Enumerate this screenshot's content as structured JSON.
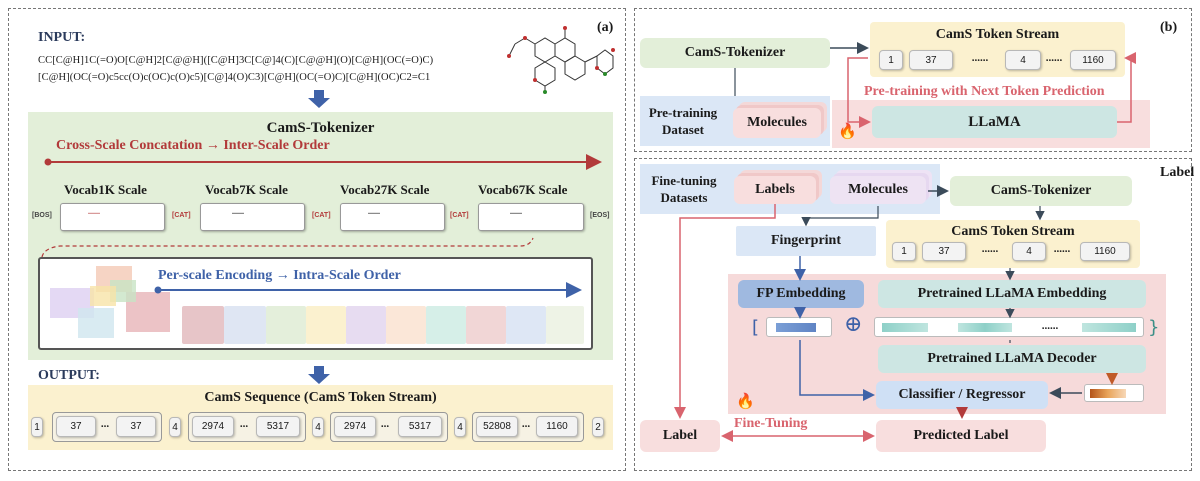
{
  "panel_a": {
    "label": "(a)",
    "input_title": "INPUT:",
    "smiles_line1": "CC[C@H]1C(=O)O[C@H]2[C@@H]([C@H]3C[C@]4(C)[C@@H](O)[C@H](OC(=O)C)",
    "smiles_line2": "[C@H](OC(=O)c5cc(O)c(OC)c(O)c5)[C@]4(O)C3)[C@H](OC(=O)C)[C@H](OC)C2=C1",
    "tokenizer_title": "CamS-Tokenizer",
    "cross_scale": "Cross-Scale Concatation → Inter-Scale Order",
    "scales": [
      "Vocab1K Scale",
      "Vocab7K Scale",
      "Vocab27K Scale",
      "Vocab67K Scale"
    ],
    "bos": "[BOS]",
    "cat": "[CAT]",
    "eos": "[EOS]",
    "dots": "......",
    "per_scale": "Per-scale Encoding → Intra-Scale Order",
    "output_title": "OUTPUT:",
    "sequence_title": "CamS Sequence (CamS Token Stream)",
    "sequence_tokens": [
      "1",
      "37",
      "...",
      "37",
      "4",
      "2974",
      "...",
      "5317",
      "4",
      "2974",
      "...",
      "5317",
      "4",
      "52808",
      "...",
      "1160",
      "2"
    ]
  },
  "panel_b": {
    "label": "(b)",
    "tokenizer": "CamS-Tokenizer",
    "token_stream_title": "CamS Token Stream",
    "tokens": [
      "1",
      "37",
      "......",
      "4",
      "......",
      "1160"
    ],
    "pretraining_dataset": "Pre-training Dataset",
    "molecules": "Molecules",
    "pretraining_caption": "Pre-training with Next Token Prediction",
    "llama": "LLaMA"
  },
  "panel_c": {
    "label": "Label",
    "finetuning_datasets": "Fine-tuning Datasets",
    "labels": "Labels",
    "molecules": "Molecules",
    "tokenizer": "CamS-Tokenizer",
    "fingerprint": "Fingerprint",
    "token_stream_title": "CamS Token Stream",
    "tokens": [
      "1",
      "37",
      "......",
      "4",
      "......",
      "1160"
    ],
    "fp_embedding": "FP Embedding",
    "llama_embedding": "Pretrained LLaMA Embedding",
    "concat_dots": "......",
    "llama_decoder": "Pretrained LLaMA Decoder",
    "classifier": "Classifier / Regressor",
    "finetuning_caption": "Fine-Tuning",
    "predicted_label": "Predicted Label"
  },
  "colors": {
    "red_arrow": "#b23a3a",
    "blue_arrow": "#3f62a8",
    "dark_arrow": "#3b4b5a",
    "pink_arrow": "#d9646e"
  }
}
